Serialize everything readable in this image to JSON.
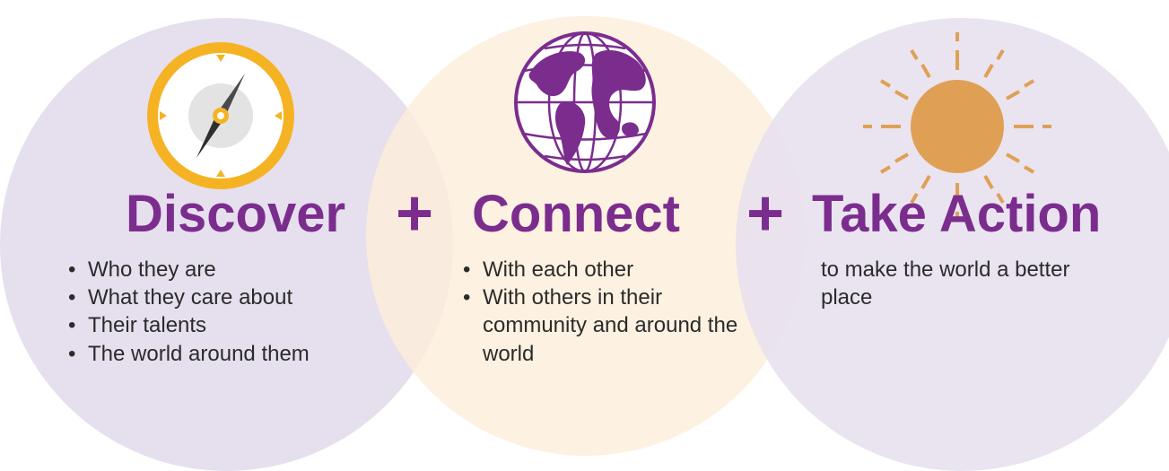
{
  "sections": [
    {
      "heading": "Discover",
      "icon": "compass-icon",
      "items": [
        "Who they are",
        "What they care about",
        "Their talents",
        "The world around them"
      ]
    },
    {
      "heading": "Connect",
      "icon": "globe-icon",
      "items": [
        "With each other",
        "With others in their community and around the world"
      ]
    },
    {
      "heading": "Take Action",
      "icon": "sun-icon",
      "text": "to make the world a better place"
    }
  ],
  "plus_symbol": "+",
  "colors": {
    "heading": "#7b2d8e",
    "lavender_circle": "#e6dfee",
    "peach_circle": "#fceeda",
    "compass_ring": "#f5b324",
    "sun": "#dfa055",
    "globe": "#7b2d8e"
  }
}
